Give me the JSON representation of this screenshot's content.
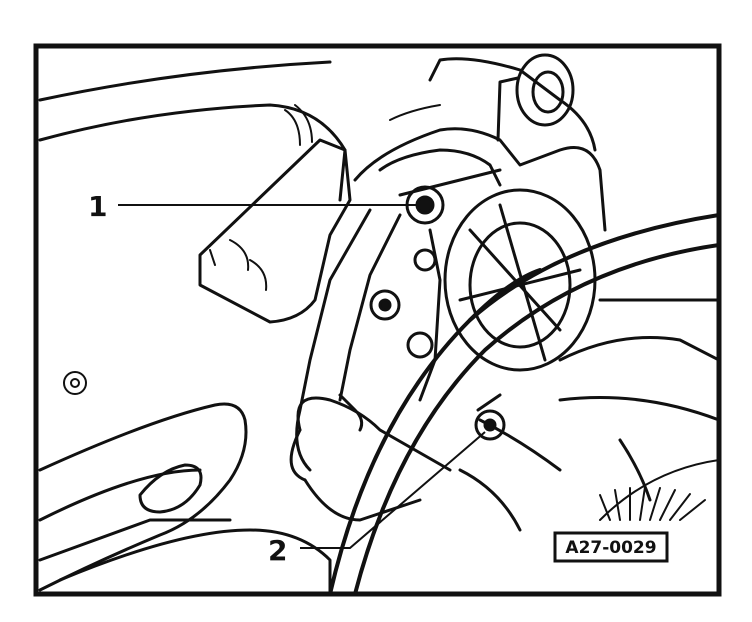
{
  "figure": {
    "callouts": [
      {
        "label": "1"
      },
      {
        "label": "2"
      }
    ],
    "reference_code": "A27-0029",
    "colors": {
      "line": "#111111",
      "background": "#ffffff"
    }
  }
}
